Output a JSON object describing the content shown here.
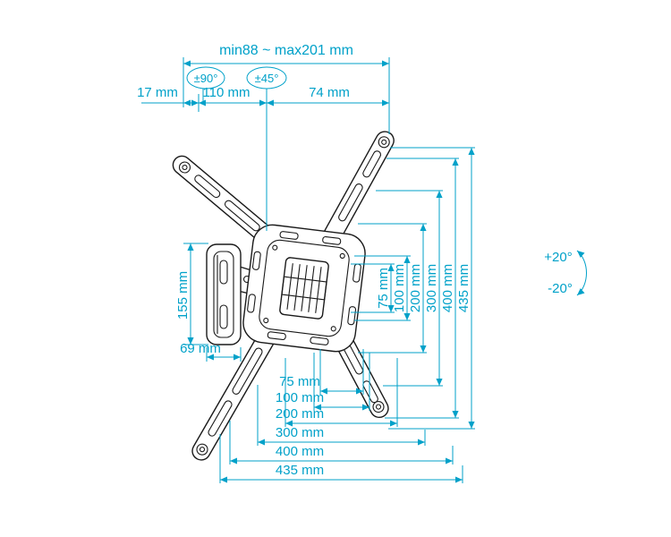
{
  "diagram": {
    "type": "technical-drawing",
    "subject": "articulating TV wall mount bracket with dimension annotations",
    "colors": {
      "dimension_lines": "#00A1C9",
      "line_art": "#1a1a1a",
      "background": "#ffffff"
    },
    "labels": {
      "extension_range": "min88 ~ max201 mm",
      "swivel_angle": "±90°",
      "rotation_angle": "±45°",
      "wall_plate_depth": "17 mm",
      "arm_segment_length": "110 mm",
      "head_depth": "74 mm",
      "wall_plate_height": "155 mm",
      "wall_plate_width": "69 mm",
      "tilt_up": "+20°",
      "tilt_down": "-20°"
    },
    "vesa_vertical": [
      "75 mm",
      "100 mm",
      "200 mm",
      "300 mm",
      "400 mm",
      "435 mm"
    ],
    "vesa_horizontal": [
      "75 mm",
      "100 mm",
      "200 mm",
      "300 mm",
      "400 mm",
      "435 mm"
    ]
  }
}
